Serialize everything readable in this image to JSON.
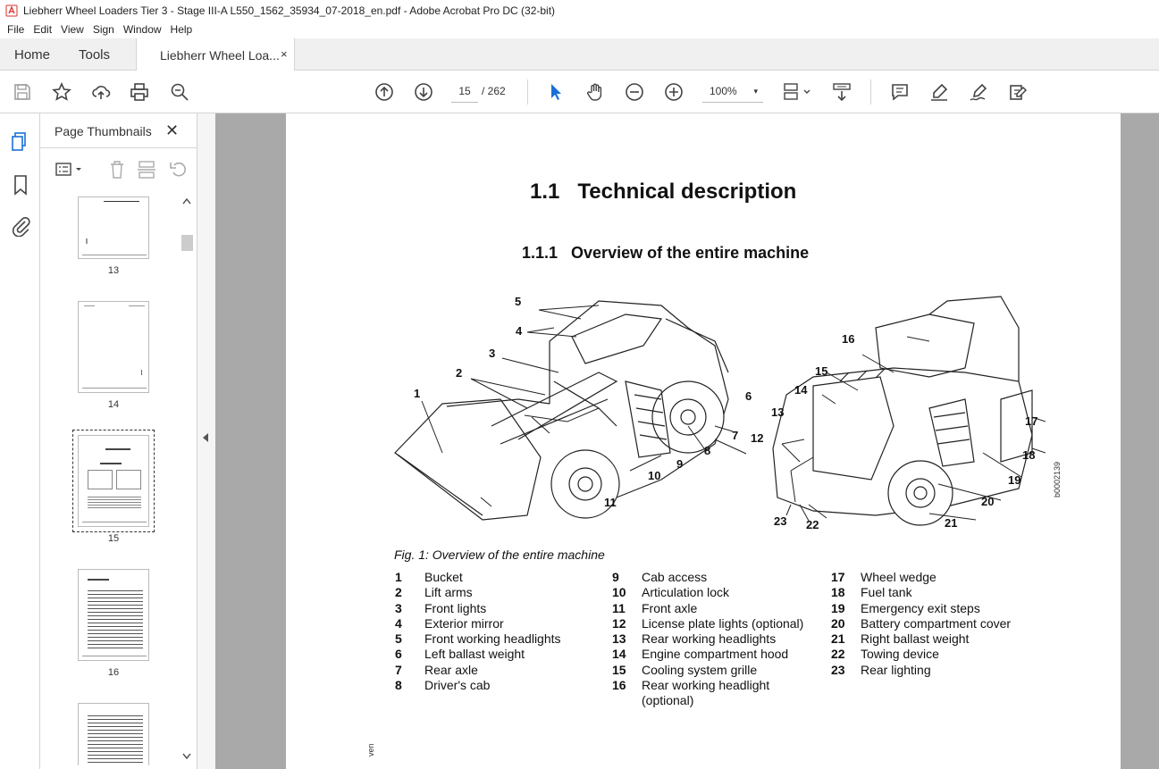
{
  "window": {
    "title": "Liebherr Wheel Loaders Tier 3 - Stage III-A L550_1562_35934_07-2018_en.pdf - Adobe Acrobat Pro DC (32-bit)"
  },
  "menu": [
    "File",
    "Edit",
    "View",
    "Sign",
    "Window",
    "Help"
  ],
  "tabs": {
    "home": "Home",
    "tools": "Tools",
    "document": "Liebherr Wheel Loa...",
    "close": "×"
  },
  "toolbar": {
    "current_page": "15",
    "page_separator": "/ 262",
    "zoom": "100%",
    "zoom_arrow": "▾",
    "icons": [
      "save-icon",
      "star-icon",
      "upload-icon",
      "print-icon",
      "zoom-search-icon",
      "page-up-icon",
      "page-down-icon",
      "select-cursor-icon",
      "hand-icon",
      "zoom-out-icon",
      "zoom-in-icon",
      "page-layout-icon",
      "scroll-mode-icon",
      "comment-icon",
      "highlight-icon",
      "sign-icon",
      "edit-icon"
    ]
  },
  "thumbnails_panel": {
    "title": "Page Thumbnails",
    "close": "✕",
    "pages": [
      {
        "num": "13"
      },
      {
        "num": "14"
      },
      {
        "num": "15",
        "selected": true
      },
      {
        "num": "16"
      }
    ]
  },
  "document": {
    "heading1": "1.1   Technical description",
    "heading2": "1.1.1   Overview of the entire machine",
    "caption": "Fig. 1: Overview of the entire machine",
    "side_code": "b0002139",
    "footer_fragment": "ven",
    "callouts": [
      "1",
      "2",
      "3",
      "4",
      "5",
      "6",
      "7",
      "8",
      "9",
      "10",
      "11",
      "12",
      "13",
      "14",
      "15",
      "16",
      "17",
      "18",
      "19",
      "20",
      "21",
      "22",
      "23"
    ],
    "legend": [
      [
        {
          "n": "1",
          "t": "Bucket"
        },
        {
          "n": "2",
          "t": "Lift arms"
        },
        {
          "n": "3",
          "t": "Front lights"
        },
        {
          "n": "4",
          "t": "Exterior mirror"
        },
        {
          "n": "5",
          "t": "Front working headlights"
        },
        {
          "n": "6",
          "t": "Left ballast weight"
        },
        {
          "n": "7",
          "t": "Rear axle"
        },
        {
          "n": "8",
          "t": "Driver's cab"
        }
      ],
      [
        {
          "n": "9",
          "t": "Cab access"
        },
        {
          "n": "10",
          "t": "Articulation lock"
        },
        {
          "n": "11",
          "t": "Front axle"
        },
        {
          "n": "12",
          "t": "License plate lights (optional)"
        },
        {
          "n": "13",
          "t": "Rear working headlights"
        },
        {
          "n": "14",
          "t": "Engine compartment hood"
        },
        {
          "n": "15",
          "t": "Cooling system grille"
        },
        {
          "n": "16",
          "t": "Rear working headlight"
        },
        {
          "n": "",
          "t": "(optional)"
        }
      ],
      [
        {
          "n": "17",
          "t": "Wheel wedge"
        },
        {
          "n": "18",
          "t": "Fuel tank"
        },
        {
          "n": "19",
          "t": "Emergency exit steps"
        },
        {
          "n": "20",
          "t": "Battery compartment cover"
        },
        {
          "n": "21",
          "t": "Right ballast weight"
        },
        {
          "n": "22",
          "t": "Towing device"
        },
        {
          "n": "23",
          "t": "Rear lighting"
        }
      ]
    ]
  }
}
